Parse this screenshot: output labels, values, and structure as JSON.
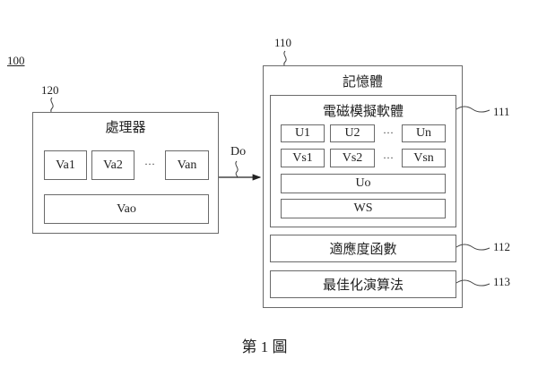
{
  "system": {
    "ref": "100"
  },
  "processor": {
    "ref": "120",
    "title": "處理器",
    "inputs": [
      "Va1",
      "Va2",
      "Van"
    ],
    "ellipsis": "···",
    "output": "Vao"
  },
  "connection": {
    "label": "Do"
  },
  "memory": {
    "ref": "110",
    "title": "記憶體",
    "software": {
      "ref": "111",
      "title": "電磁模擬軟體",
      "u_row": [
        "U1",
        "U2",
        "Un"
      ],
      "vs_row": [
        "Vs1",
        "Vs2",
        "Vsn"
      ],
      "ellipsis": "···",
      "uo": "Uo",
      "ws": "WS"
    },
    "fitness": {
      "ref": "112",
      "label": "適應度函數"
    },
    "optimizer": {
      "ref": "113",
      "label": "最佳化演算法"
    }
  },
  "caption": "第 1 圖"
}
